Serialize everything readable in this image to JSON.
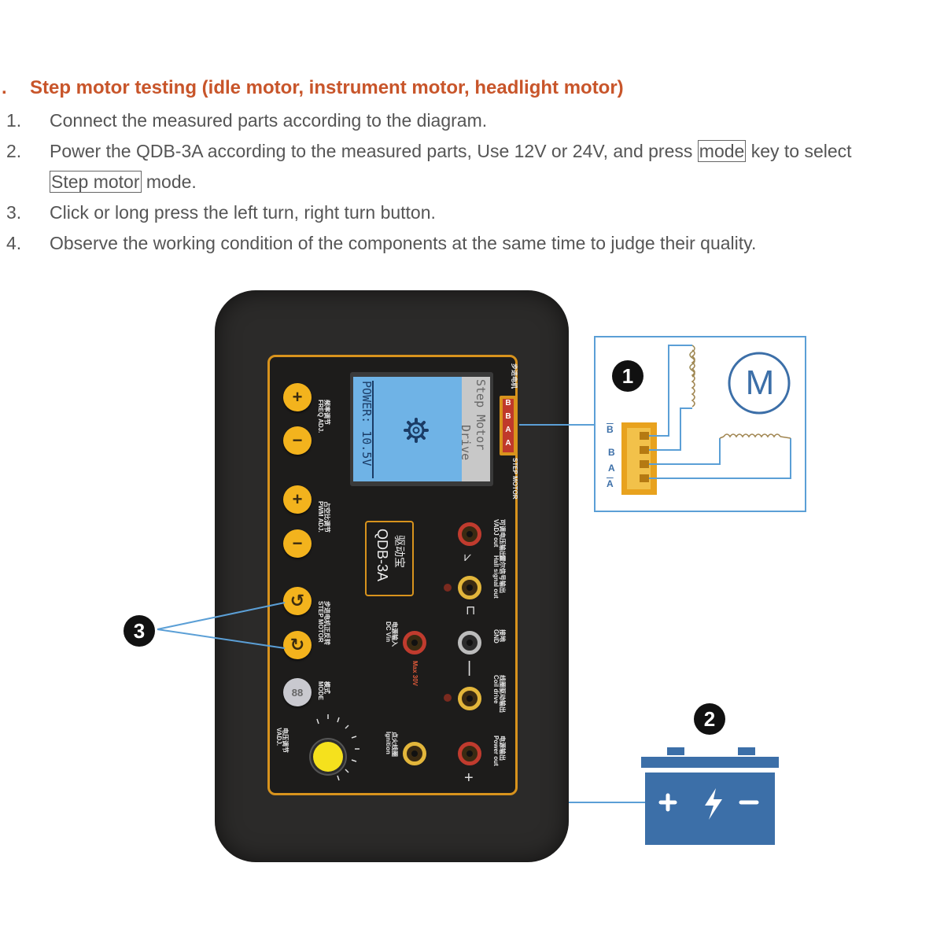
{
  "doc": {
    "heading_dot": ".",
    "heading": "Step motor testing (idle motor, instrument motor, headlight motor)",
    "steps": [
      {
        "num": "1.",
        "text": "Connect the measured parts according to the diagram."
      },
      {
        "num": "2.",
        "text_a": "Power the QDB-3A according to the measured parts, Use 12V or 24V, and press ",
        "box1": "mode",
        "text_b": " key to select",
        "box2": "Step motor",
        "text_c": " mode."
      },
      {
        "num": "3.",
        "text": "Click or long press the left turn, right turn button."
      },
      {
        "num": "4.",
        "text": "Observe the working condition of the components at the same time to judge their quality."
      }
    ]
  },
  "device": {
    "screen_power": "POWER: 10.5V",
    "screen_mode_1": "Step Motor",
    "screen_mode_2": "Drive",
    "model": "QDB-3A",
    "brand_cn": "驱动宝",
    "step_header": "步进电机",
    "step_motor_label": "STEP MOTOR",
    "pins": [
      "B",
      "B",
      "A",
      "A"
    ],
    "buttons": {
      "plus": "+",
      "minus": "−",
      "left_turn": "↺",
      "right_turn": "↻",
      "mode": "88"
    },
    "labels": {
      "freq": "FREQ ADJ.",
      "freq_cn": "频率调节",
      "pwm": "PWM ADJ.",
      "pwm_cn": "占空比调节",
      "step_motor": "STEP MOTOR",
      "step_motor_cn": "步进电机正反转",
      "mode": "MODE",
      "mode_cn": "模式",
      "vadj": "VADJ.",
      "vadj_cn": "电压调节",
      "vadj_out": "VADJ out",
      "vadj_out_cn": "可调电压输出",
      "hall": "Hall signal out",
      "hall_cn": "霍尔信号输出",
      "gnd": "GND",
      "gnd_cn": "接地",
      "dcvin": "DC Vin",
      "dcvin_cn": "电源输入",
      "max": "Max 30V",
      "coil": "Coil drive",
      "coil_cn": "线圈驱动输出",
      "power_out": "Power out",
      "power_out_cn": "电源输出",
      "ignition": "Ignition",
      "ignition_cn": "点火线圈"
    }
  },
  "callouts": {
    "one": "1",
    "two": "2",
    "three": "3",
    "motor_symbol": "M",
    "wire_labels": [
      "B",
      "B",
      "A",
      "A"
    ]
  },
  "colors": {
    "heading": "#c8552a",
    "accent_blue": "#5b9fd6",
    "battery": "#3c6fa8",
    "button": "#f3b31d",
    "panel_border": "#d8931d"
  }
}
